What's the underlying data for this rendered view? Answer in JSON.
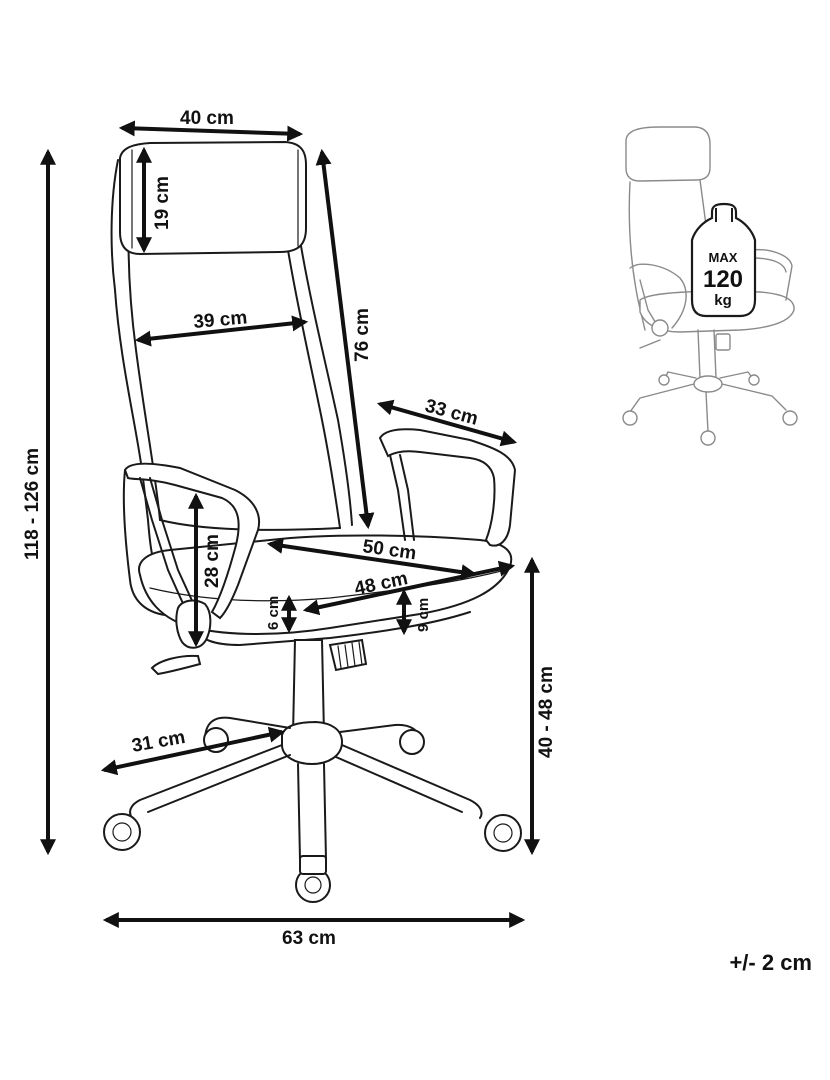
{
  "dimensions": {
    "headrest_width": "40 cm",
    "headrest_height": "19 cm",
    "backrest_width": "39 cm",
    "backrest_height": "76 cm",
    "total_height": "118 - 126 cm",
    "armrest_depth": "33 cm",
    "seat_width": "50 cm",
    "seat_depth": "48 cm",
    "armrest_height": "28 cm",
    "seat_thickness_front": "6 cm",
    "seat_thickness_side": "9 cm",
    "seat_height": "40 - 48 cm",
    "leg_length": "31 cm",
    "base_width": "63 cm"
  },
  "tolerance": "+/- 2 cm",
  "weight_badge": {
    "top": "MAX",
    "value": "120",
    "unit": "kg"
  },
  "colors": {
    "line": "#1a1a1a",
    "thumbnail_line": "#8a8a8a"
  }
}
